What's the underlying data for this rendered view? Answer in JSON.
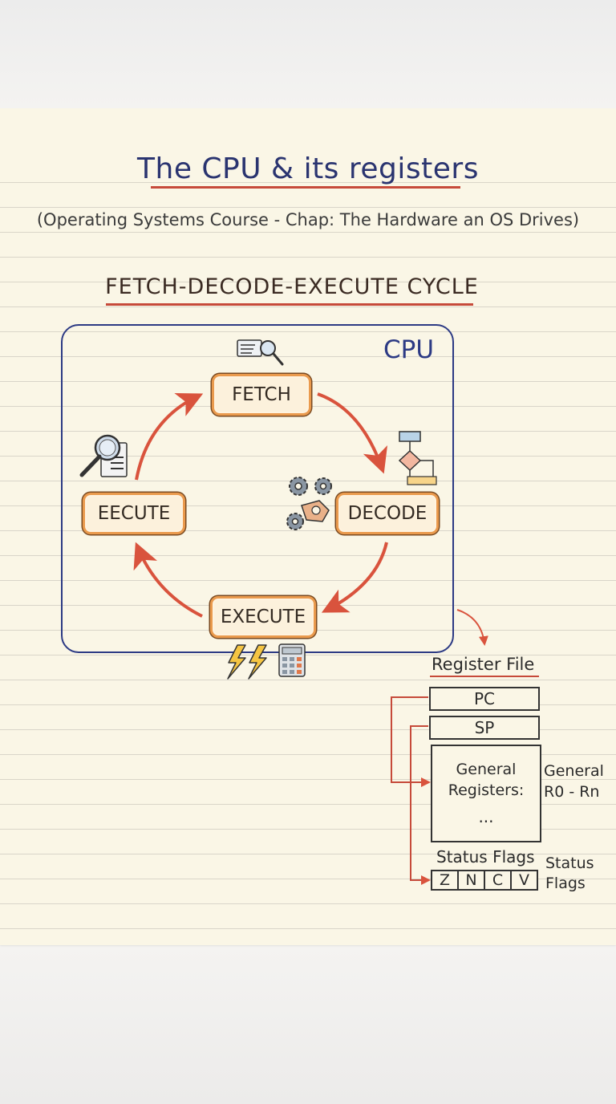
{
  "title": "The CPU & its registers",
  "subtitle": "(Operating Systems Course - Chap: The Hardware an OS Drives)",
  "cycle_heading": "FETCH-DECODE-EXECUTE CYCLE",
  "cpu_label": "CPU",
  "stages": {
    "fetch": "FETCH",
    "decode": "DECODE",
    "execute": "EXECUTE",
    "eecute": "EECUTE"
  },
  "register_file": {
    "title": "Register File",
    "pc": "PC",
    "sp": "SP",
    "general_label": "General Registers:",
    "ellipsis": "...",
    "side_general": "General R0 - Rn",
    "status_label": "Status Flags",
    "flags": [
      "Z",
      "N",
      "C",
      "V"
    ],
    "side_status": "Status Flags"
  },
  "colors": {
    "title": "#2a3470",
    "cpu_border": "#2c3a84",
    "arrow": "#d9533d",
    "stage_border": "#ea9a4d",
    "stage_fill": "#fcf1dc",
    "underline_red": "#c64a3a",
    "paper": "#faf6e6"
  },
  "icons": [
    "magnifier-document-icon",
    "magnifier-list-icon",
    "flowchart-icon",
    "gears-icon",
    "lightning-icon",
    "calculator-icon"
  ]
}
